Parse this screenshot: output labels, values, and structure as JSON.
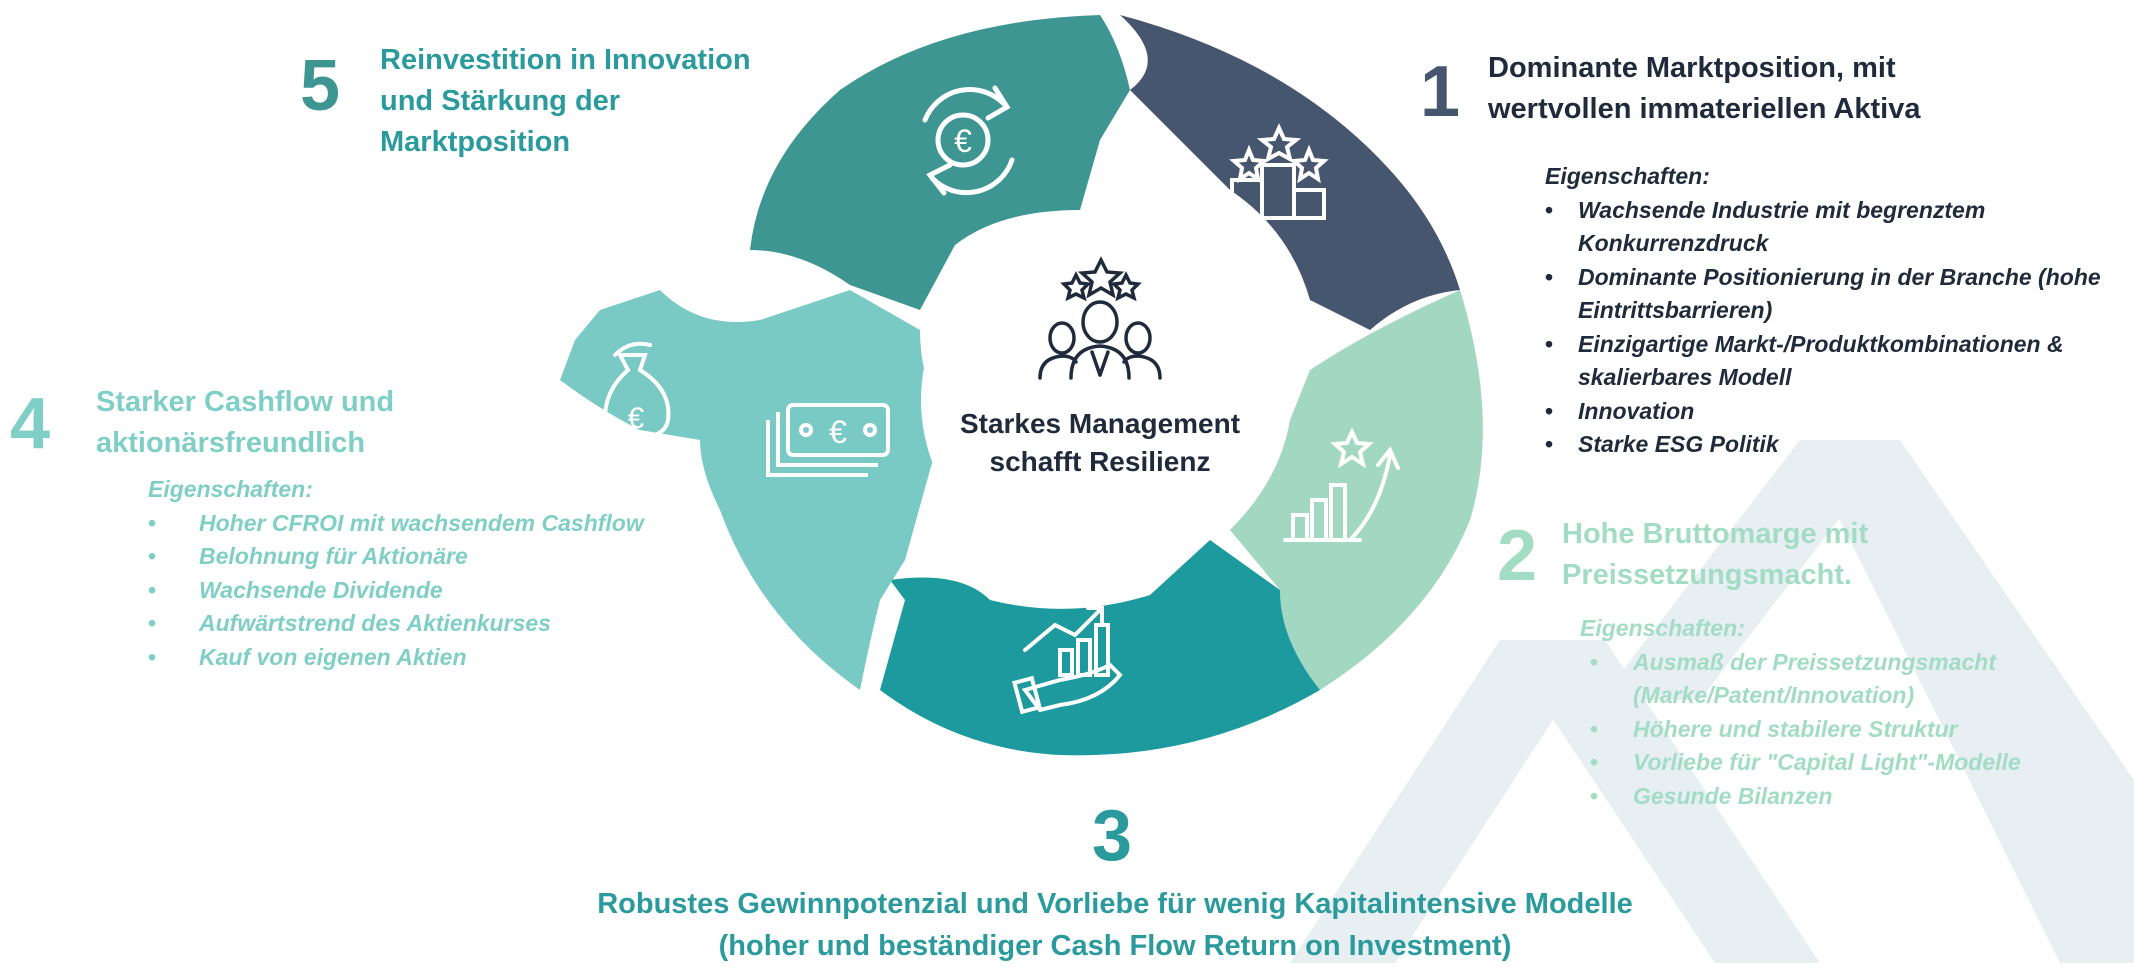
{
  "center": {
    "title_line1": "Starkes Management",
    "title_line2": "schafft Resilienz",
    "icon": "management-team-stars-icon"
  },
  "segments": [
    {
      "number": "1",
      "title_line1": "Dominante Marktposition, mit",
      "title_line2": "wertvollen immateriellen Aktiva",
      "color": "#46566e",
      "icon": "podium-stars-icon",
      "properties_label": "Eigenschaften:",
      "properties": [
        {
          "line1": "Wachsende Industrie mit begrenztem",
          "line2": "Konkurrenzdruck"
        },
        {
          "line1": "Dominante Positionierung in der Branche (hohe",
          "line2": "Eintrittsbarrieren)"
        },
        {
          "line1": "Einzigartige Markt-/Produktkombinationen &",
          "line2": "skalierbares Modell"
        },
        {
          "line1": "Innovation",
          "line2": ""
        },
        {
          "line1": "Starke ESG Politik",
          "line2": ""
        }
      ]
    },
    {
      "number": "2",
      "title_line1": "Hohe Bruttomarge mit",
      "title_line2": "Preissetzungsmacht.",
      "color": "#a2d8c1",
      "icon": "growth-chart-star-icon",
      "properties_label": "Eigenschaften:",
      "properties": [
        {
          "line1": "Ausmaß der Preissetzungsmacht",
          "line2": "(Marke/Patent/Innovation)"
        },
        {
          "line1": "Höhere und stabilere Struktur",
          "line2": ""
        },
        {
          "line1": "Vorliebe für \"Capital Light\"-Modelle",
          "line2": ""
        },
        {
          "line1": "Gesunde Bilanzen",
          "line2": ""
        }
      ]
    },
    {
      "number": "3",
      "title_line1": "Robustes Gewinnpotenzial und Vorliebe für wenig Kapitalintensive Modelle",
      "title_line2": "(hoher und beständiger Cash Flow Return on Investment)",
      "color": "#1d9a9e",
      "icon": "hand-growth-chart-icon"
    },
    {
      "number": "4",
      "title_line1": "Starker Cashflow und",
      "title_line2": "aktionärsfreundlich",
      "color": "#79c9c4",
      "icon": "money-bag-euro-icon",
      "icon2": "euro-banknotes-icon",
      "properties_label": "Eigenschaften:",
      "properties": [
        {
          "line1": "Hoher CFROI mit wachsendem Cashflow",
          "line2": ""
        },
        {
          "line1": "Belohnung für Aktionäre",
          "line2": ""
        },
        {
          "line1": "Wachsende Dividende",
          "line2": ""
        },
        {
          "line1": "Aufwärtstrend des Aktienkurses",
          "line2": ""
        },
        {
          "line1": "Kauf von eigenen Aktien",
          "line2": ""
        }
      ]
    },
    {
      "number": "5",
      "title_line1": "Reinvestition in Innovation",
      "title_line2": "und Stärkung der",
      "title_line3": "Marktposition",
      "color": "#3d9692",
      "icon": "euro-recycle-arrows-icon"
    }
  ],
  "text_colors": {
    "dark": "#1f2b3b",
    "number_dark": "#46566e",
    "number_five": "#3d9692",
    "teal_title": "#2a9a9d",
    "light_teal": "#7fcfc6",
    "light_green": "#a3dcc4",
    "watermark": "#e7eff3"
  }
}
